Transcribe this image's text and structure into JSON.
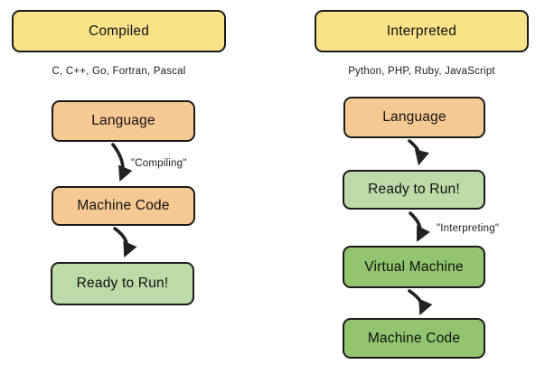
{
  "diagram_title": "",
  "colors": {
    "header_fill": "#FAE288",
    "orange_fill": "#F5C992",
    "green_light_fill": "#BCDBA9",
    "green_dark_fill": "#92C56E",
    "node_border": "#1B1B1B",
    "arrow": "#222222",
    "background": "#FFFFFF",
    "text": "#111111"
  },
  "left": {
    "header": "Compiled",
    "subtitle": "C, C++, Go, Fortran, Pascal",
    "nodes": [
      {
        "label": "Language",
        "fill": "#F5C992"
      },
      {
        "label": "Machine Code",
        "fill": "#F5C992"
      },
      {
        "label": "Ready to Run!",
        "fill": "#BCDBA9"
      }
    ],
    "edges": [
      {
        "from": "Language",
        "to": "Machine Code",
        "label": "\"Compiling\""
      },
      {
        "from": "Machine Code",
        "to": "Ready to Run!",
        "label": ""
      }
    ]
  },
  "right": {
    "header": "Interpreted",
    "subtitle": "Python, PHP, Ruby, JavaScript",
    "nodes": [
      {
        "label": "Language",
        "fill": "#F5C992"
      },
      {
        "label": "Ready to Run!",
        "fill": "#BCDBA9"
      },
      {
        "label": "Virtual Machine",
        "fill": "#92C56E"
      },
      {
        "label": "Machine Code",
        "fill": "#92C56E"
      }
    ],
    "edges": [
      {
        "from": "Language",
        "to": "Ready to Run!",
        "label": ""
      },
      {
        "from": "Ready to Run!",
        "to": "Virtual Machine",
        "label": "\"Interpreting\""
      },
      {
        "from": "Virtual Machine",
        "to": "Machine Code",
        "label": ""
      }
    ]
  }
}
